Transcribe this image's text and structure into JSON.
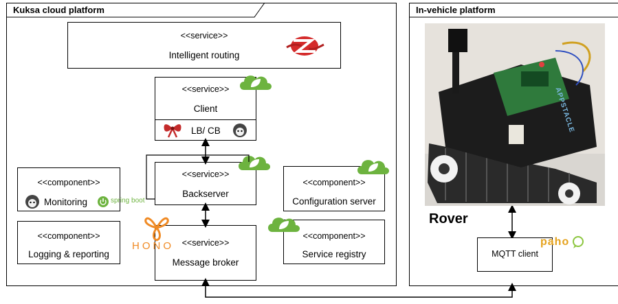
{
  "cloud_platform": {
    "title": "Kuksa cloud platform",
    "intelligent_routing": {
      "stereotype": "<<service>>",
      "name": "Intelligent routing"
    },
    "client": {
      "stereotype": "<<service>>",
      "name": "Client",
      "lb_label": "LB/ CB"
    },
    "backserver": {
      "stereotype": "<<service>>",
      "name": "Backserver"
    },
    "message_broker": {
      "stereotype": "<<service>>",
      "name": "Message broker",
      "logo_text": "HONO"
    },
    "monitoring": {
      "stereotype": "<<component>>",
      "name": "Monitoring",
      "spring_text": "spring boot"
    },
    "logging": {
      "stereotype": "<<component>>",
      "name": "Logging & reporting"
    },
    "config_server": {
      "stereotype": "<<component>>",
      "name": "Configuration server"
    },
    "service_registry": {
      "stereotype": "<<component>>",
      "name": "Service registry"
    }
  },
  "vehicle_platform": {
    "title": "In-vehicle platform",
    "rover_label": "Rover",
    "rover_photo_text": "APPSTACLE",
    "mqtt_client": {
      "name": "MQTT client",
      "logo_text": "paho"
    }
  }
}
